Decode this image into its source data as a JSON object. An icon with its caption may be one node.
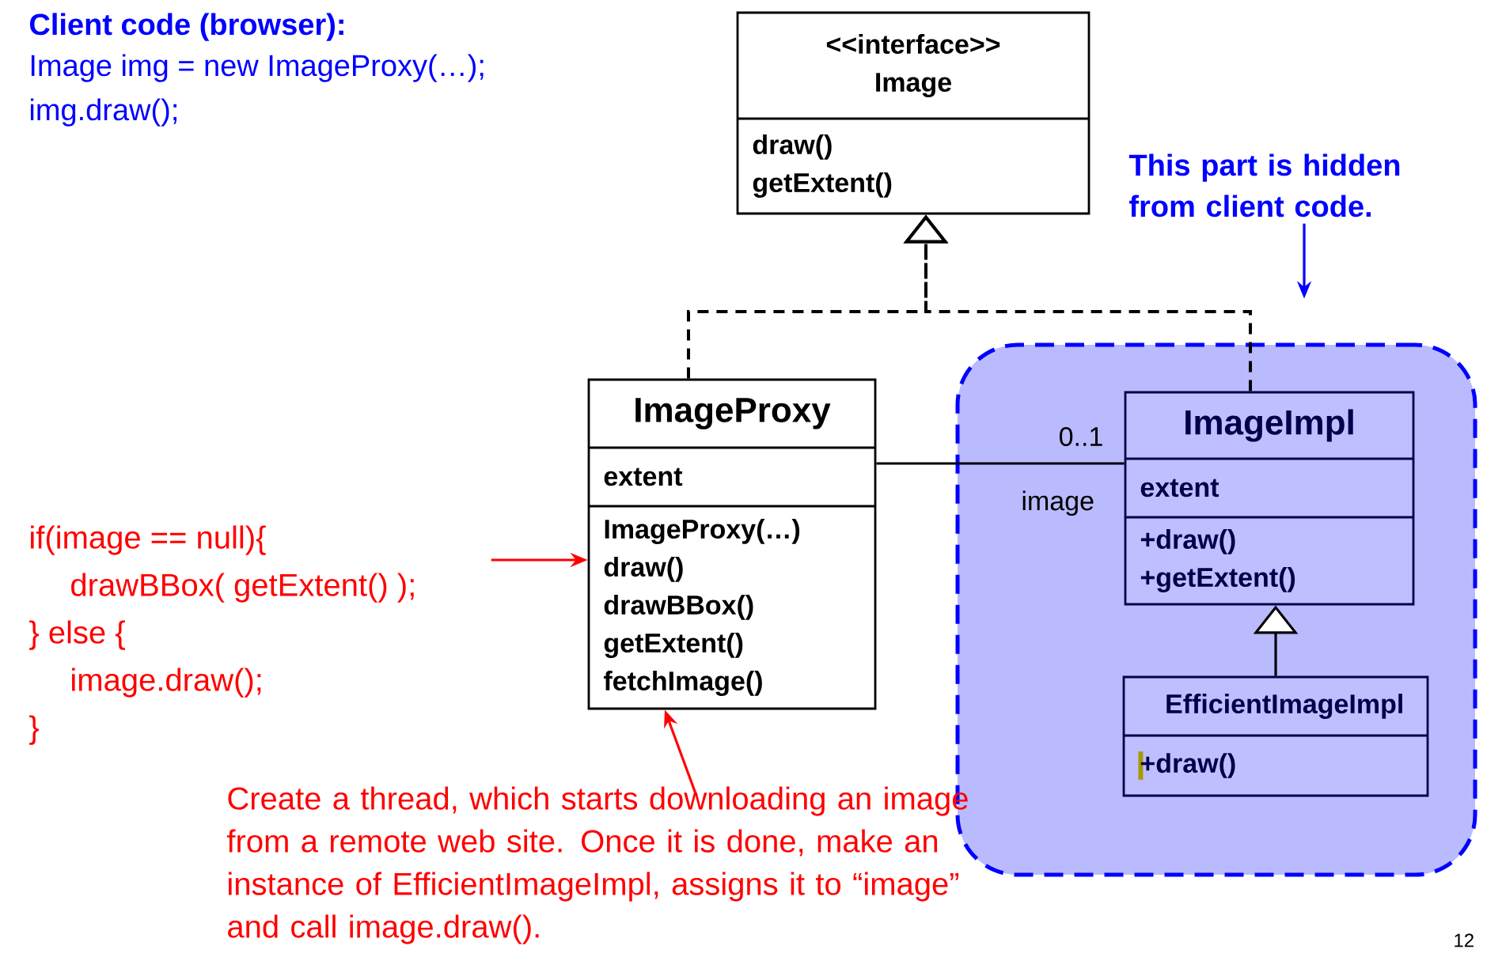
{
  "diagram": {
    "nodes": [
      {
        "text": [
          "<<interface>> Image",
          "draw() getExtent()"
        ]
      },
      {
        "text": [
          "This part is hidden from client code."
        ]
      },
      {
        "text": [
          "ImageProxy",
          "extent",
          "ImageProxy(…) draw() drawBBox() getExtent() fetchImage()"
        ]
      },
      {
        "text": [],
        "shape": "box"
      },
      {
        "text": [
          "ImageImpl",
          "extent",
          "+draw() +getExtent()"
        ],
        "in": 3
      },
      {
        "text": [
          "EfficientImageImpl",
          "+draw()"
        ],
        "in": 3
      },
      {
        "text": [
          "if(image == null){",
          "drawBBox( getExtent() );",
          "} else {",
          "image.draw();",
          "}"
        ]
      },
      {
        "text": [
          "Create a thread, which starts downloading an image from a remote web site. Once it is done, make an instance of EfficientImageImpl, assigns it to “image” and call image.draw()."
        ]
      }
    ],
    "edges": [
      {
        "from": 2,
        "to": 0,
        "arrow": "to",
        "style": "dashed"
      },
      {
        "from": 4,
        "to": 0,
        "arrow": "to",
        "style": "dashed"
      },
      {
        "from": 5,
        "to": 4,
        "arrow": "to"
      },
      {
        "from": 2,
        "to": 4,
        "arrow": "none",
        "label": "0..1"
      },
      {
        "from": 1,
        "to": 3,
        "arrow": "to",
        "color": "#0000ff"
      },
      {
        "from": 6,
        "to": 2,
        "arrow": "to",
        "color": "#ff0000"
      },
      {
        "from": 7,
        "to": 2,
        "arrow": "to",
        "color": "#ff0000"
      }
    ],
    "labels": [
      "Client code (browser):",
      "Image img = new ImageProxy(…);",
      "img.draw();",
      "image",
      "12"
    ]
  }
}
